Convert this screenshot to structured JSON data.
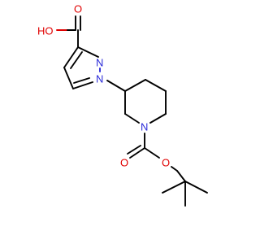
{
  "molecule": {
    "atoms": {
      "oh": "HO",
      "o_acid_carbonyl": "O",
      "n2_pyrazole": "N",
      "n1_pyrazole": "N",
      "n_piperidine": "N",
      "o_boc_carbonyl": "O",
      "o_boc_ester": "O"
    }
  },
  "colors": {
    "oxygen": "#e00000",
    "nitrogen": "#2b2bd9",
    "carbon": "#000000",
    "background": "#ffffff"
  }
}
